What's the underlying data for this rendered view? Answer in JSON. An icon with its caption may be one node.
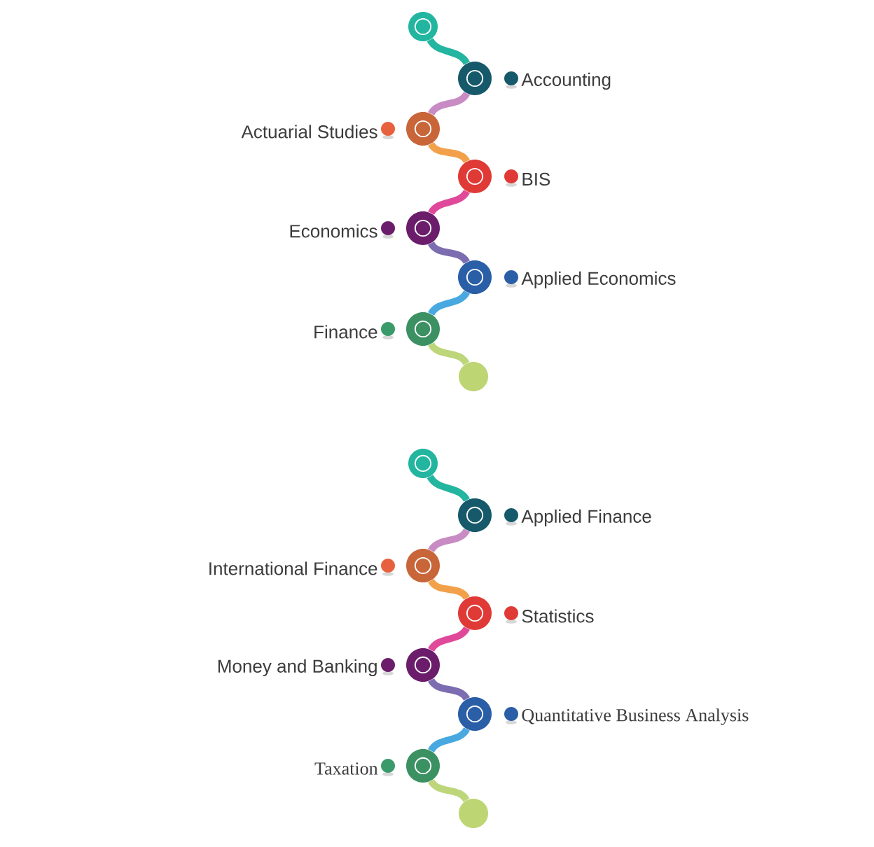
{
  "diagram": {
    "nodes": [
      {
        "text": [],
        "shape": "circle"
      },
      {
        "text": [
          "Accounting"
        ]
      },
      {
        "text": [
          "Actuarial Studies"
        ]
      },
      {
        "text": [
          "BIS"
        ]
      },
      {
        "text": [
          "Economics"
        ]
      },
      {
        "text": [
          "Applied Economics"
        ]
      },
      {
        "text": [
          "Finance"
        ]
      },
      {
        "text": [],
        "shape": "circle"
      },
      {
        "text": [],
        "shape": "circle"
      },
      {
        "text": [
          "Applied Finance"
        ]
      },
      {
        "text": [
          "International Finance"
        ]
      },
      {
        "text": [
          "Statistics"
        ]
      },
      {
        "text": [
          "Money and Banking"
        ]
      },
      {
        "text": [
          "Quantitative Business Analysis"
        ]
      },
      {
        "text": [
          "Taxation"
        ]
      },
      {
        "text": [],
        "shape": "circle"
      }
    ],
    "edges": [
      {
        "from": 0,
        "to": 1,
        "arrow": "none",
        "color": "#22b5a0"
      },
      {
        "from": 1,
        "to": 2,
        "arrow": "none",
        "color": "#c98bc3"
      },
      {
        "from": 2,
        "to": 3,
        "arrow": "none",
        "color": "#f2a14a"
      },
      {
        "from": 3,
        "to": 4,
        "arrow": "none",
        "color": "#e0489a"
      },
      {
        "from": 4,
        "to": 5,
        "arrow": "none",
        "color": "#7c6cb0"
      },
      {
        "from": 5,
        "to": 6,
        "arrow": "none",
        "color": "#48a9e0"
      },
      {
        "from": 6,
        "to": 7,
        "arrow": "none",
        "color": "#bdd67a"
      },
      {
        "from": 8,
        "to": 9,
        "arrow": "none",
        "color": "#22b5a0"
      },
      {
        "from": 9,
        "to": 10,
        "arrow": "none",
        "color": "#c98bc3"
      },
      {
        "from": 10,
        "to": 11,
        "arrow": "none",
        "color": "#f2a14a"
      },
      {
        "from": 11,
        "to": 12,
        "arrow": "none",
        "color": "#e0489a"
      },
      {
        "from": 12,
        "to": 13,
        "arrow": "none",
        "color": "#7c6cb0"
      },
      {
        "from": 13,
        "to": 14,
        "arrow": "none",
        "color": "#48a9e0"
      },
      {
        "from": 14,
        "to": 15,
        "arrow": "none",
        "color": "#bdd67a"
      }
    ]
  }
}
